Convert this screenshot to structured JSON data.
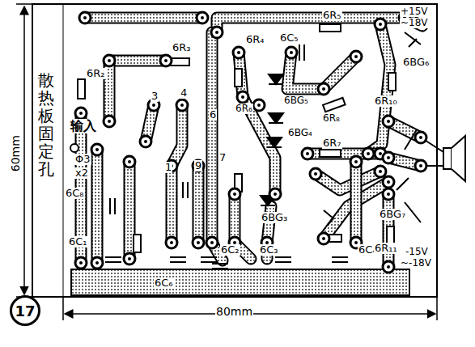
{
  "diagram": {
    "nodes": [
      {
        "text": [
          "17"
        ]
      }
    ],
    "labels": [
      "60mm",
      "散热板固定孔",
      "6R₂",
      "输入",
      "Φ3",
      "x2",
      "6C₈",
      "6C₁",
      "3",
      "4",
      "1",
      "9",
      "6C₆",
      "6C₂",
      "6C₃",
      "6C₄",
      "6R₃",
      "6",
      "7",
      "6R₄",
      "6C₅",
      "6R₅",
      "+15V",
      "~18V",
      "6BG₆",
      "6R₆",
      "6BG₅",
      "6R₈",
      "6R₁₀",
      "6BG₄",
      "6R₇",
      "6BG₃",
      "6BG₇",
      "6R₁₁",
      "-15V",
      "~-18V",
      "80mm"
    ]
  }
}
